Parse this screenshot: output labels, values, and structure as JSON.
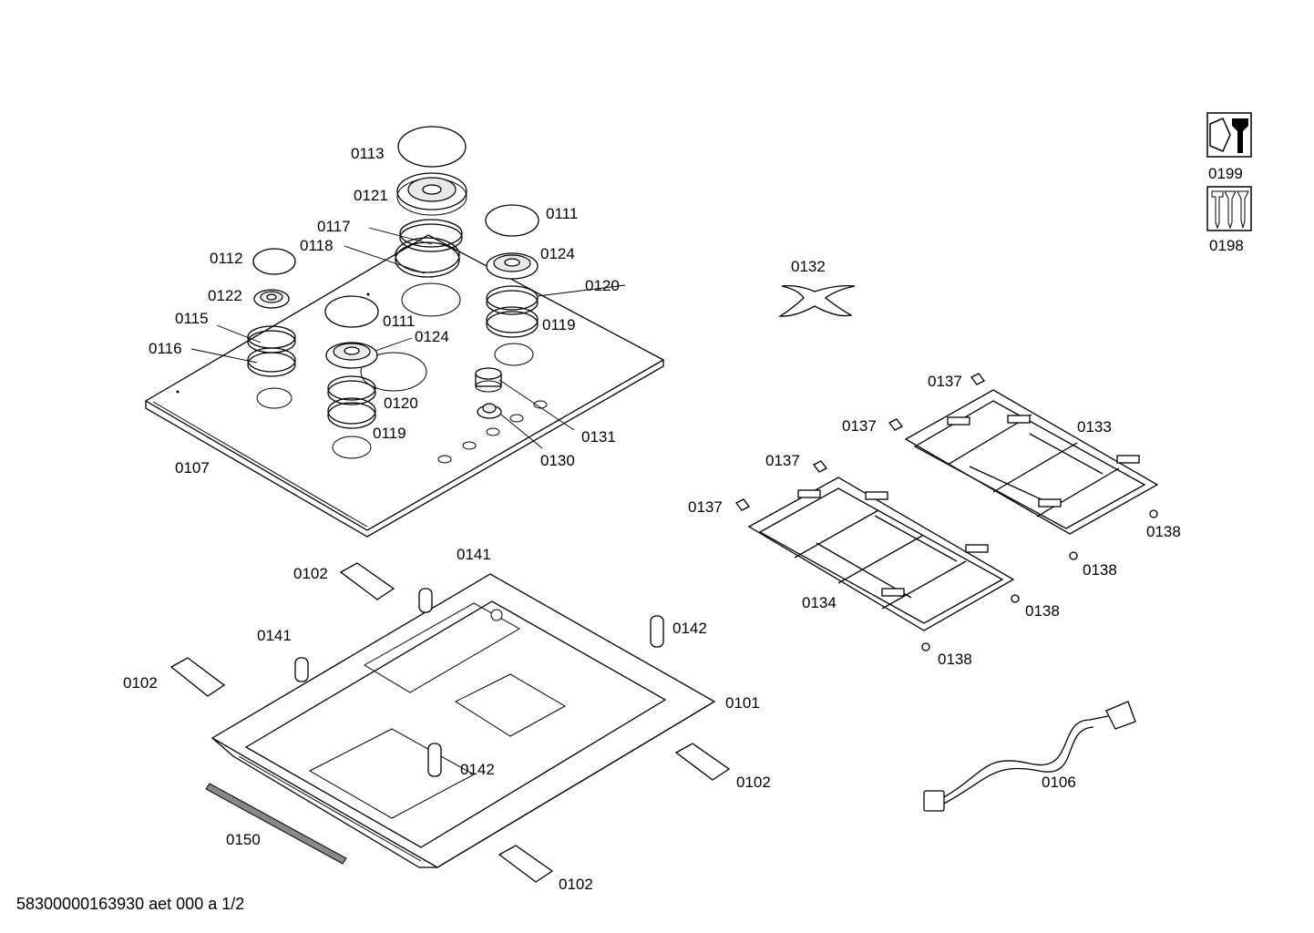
{
  "labels": {
    "p0113": "0113",
    "p0121": "0121",
    "p0117": "0117",
    "p0118": "0118",
    "p0111a": "0111",
    "p0124a": "0124",
    "p0112": "0112",
    "p0120a": "0120",
    "p0122": "0122",
    "p0119a": "0119",
    "p0115": "0115",
    "p0111b": "0111",
    "p0116": "0116",
    "p0124b": "0124",
    "p0120b": "0120",
    "p0119b": "0119",
    "p0131": "0131",
    "p0107": "0107",
    "p0130": "0130",
    "p0132": "0132",
    "p0199": "0199",
    "p0198": "0198",
    "p0137a": "0137",
    "p0137b": "0137",
    "p0133": "0133",
    "p0137c": "0137",
    "p0137d": "0137",
    "p0138a": "0138",
    "p0138b": "0138",
    "p0138c": "0138",
    "p0134": "0134",
    "p0138d": "0138",
    "p0141a": "0141",
    "p0102a": "0102",
    "p0142a": "0142",
    "p0141b": "0141",
    "p0102b": "0102",
    "p0101": "0101",
    "p0142b": "0142",
    "p0102c": "0102",
    "p0106": "0106",
    "p0150": "0150",
    "p0102d": "0102"
  },
  "footer": {
    "doc_id": "58300000163930 aet 000 a 1/2"
  },
  "icons": {
    "service_tool": "wrench-nut-icon",
    "screw_set": "screws-icon"
  }
}
